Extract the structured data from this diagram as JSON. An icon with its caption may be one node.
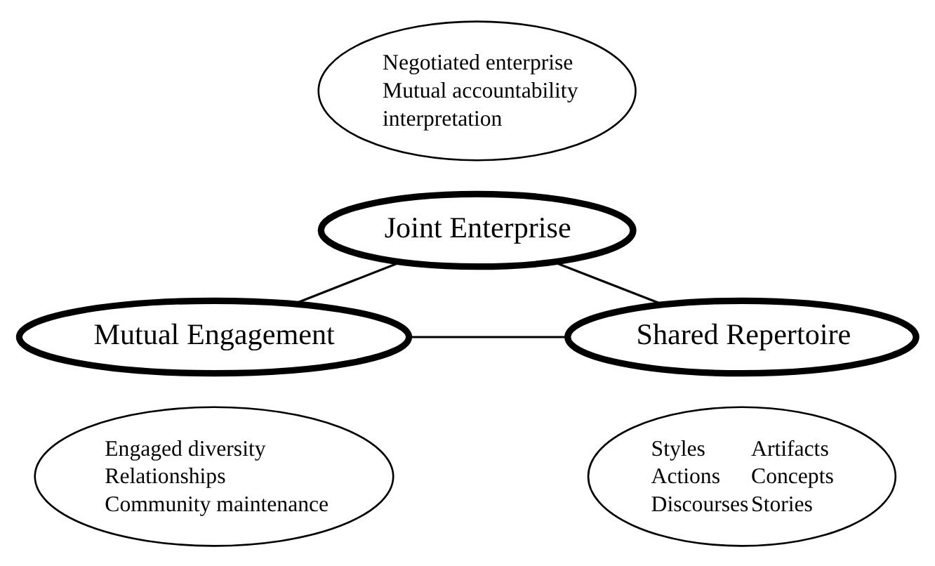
{
  "diagram": {
    "nodes": [
      {
        "text": [
          "Negotiated enterprise",
          "Mutual accountability",
          "interpretation"
        ]
      },
      {
        "text": [
          "Joint Enterprise"
        ]
      },
      {
        "text": [
          "Mutual Engagement"
        ]
      },
      {
        "text": [
          "Shared Repertoire"
        ]
      },
      {
        "text": [
          "Engaged diversity",
          "Relationships",
          "Community maintenance"
        ]
      },
      {
        "text": [
          "Styles",
          "Artifacts",
          "Actions",
          "Concepts",
          "Discourses",
          "Stories"
        ]
      }
    ],
    "edges": [
      {
        "from": 1,
        "to": 2,
        "arrow": "none"
      },
      {
        "from": 1,
        "to": 3,
        "arrow": "none"
      },
      {
        "from": 2,
        "to": 3,
        "arrow": "none"
      }
    ]
  }
}
